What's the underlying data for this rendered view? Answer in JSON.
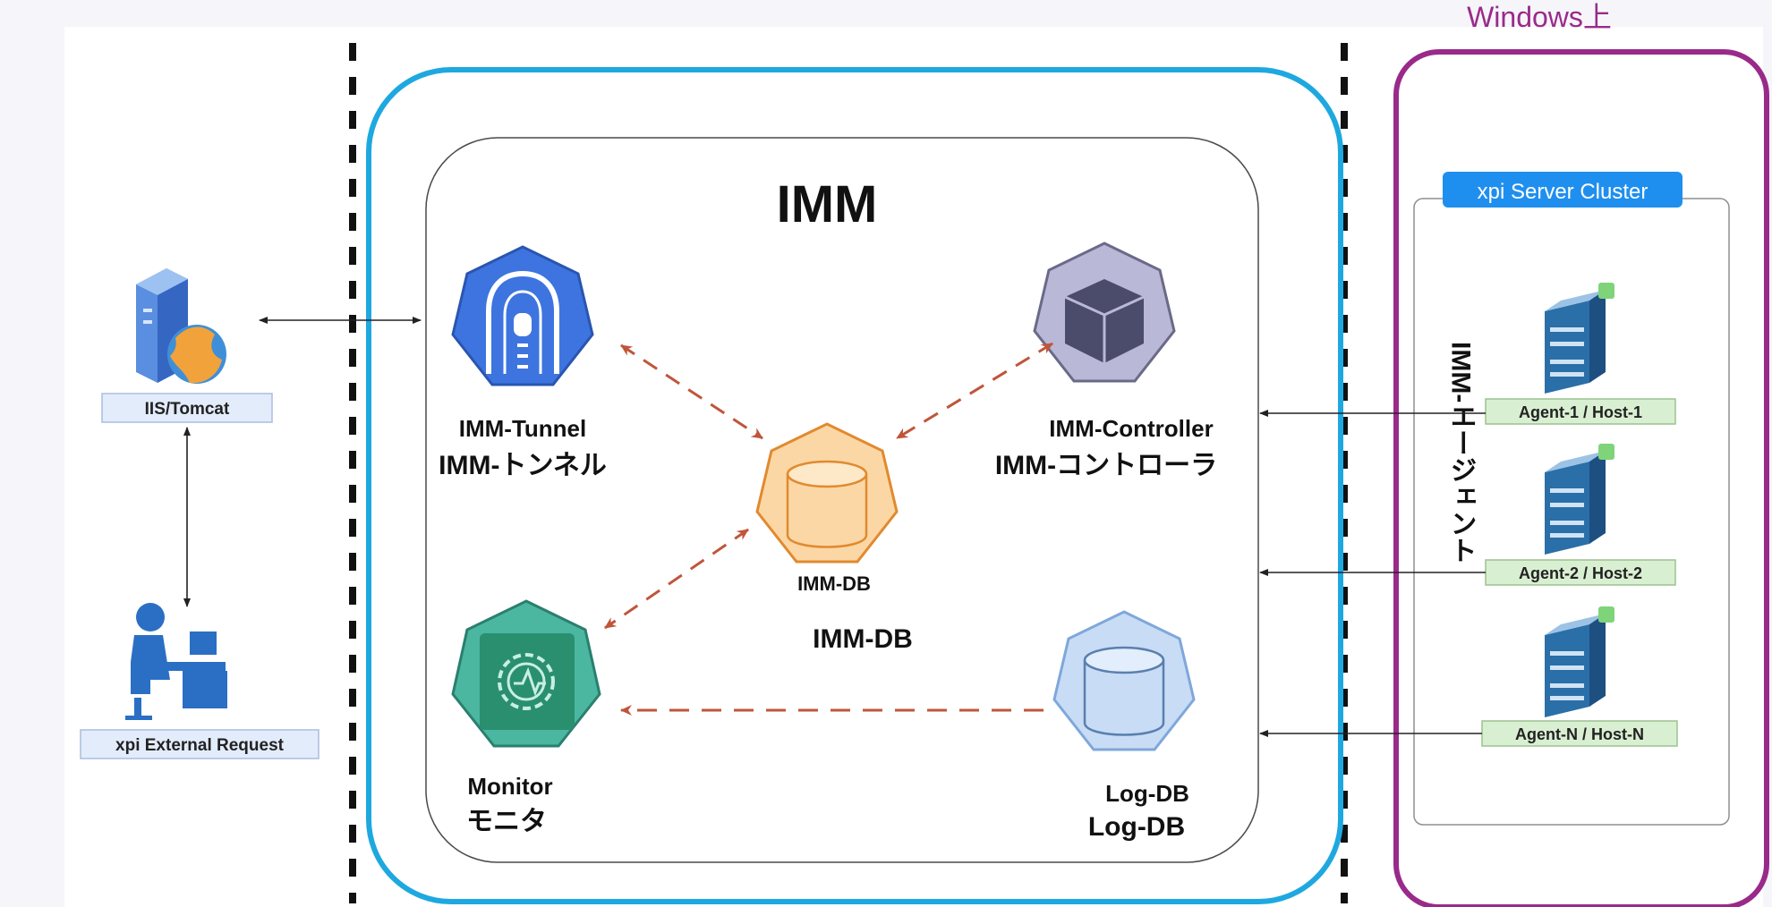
{
  "windows_label": "Windows上",
  "imm": {
    "title": "IMM",
    "tunnel": {
      "en": "IMM-Tunnel",
      "ja": "IMM-トンネル"
    },
    "controller": {
      "en": "IMM-Controller",
      "ja": "IMM-コントローラ"
    },
    "db": {
      "en": "IMM-DB",
      "ja": "IMM-DB"
    },
    "monitor": {
      "en": "Monitor",
      "ja": "モニタ"
    },
    "logdb": {
      "en": "Log-DB",
      "ja": "Log-DB"
    }
  },
  "left": {
    "server_label": "IIS/Tomcat",
    "request_label": "xpi External Request"
  },
  "cluster": {
    "title": "xpi Server Cluster",
    "agent_vertical": "IMM-エージェント",
    "agents": [
      "Agent-1 / Host-1",
      "Agent-2 / Host-2",
      "Agent-N / Host-N"
    ]
  },
  "colors": {
    "imm_border": "#1ea8e0",
    "windows_border": "#9a2a8a",
    "windows_label": "#9a2a8a",
    "cluster_badge": "#1f8fef",
    "tunnel_fill": "#3d74e0",
    "controller_fill": "#b9b8d6",
    "db_fill": "#fbd7a6",
    "monitor_fill": "#4bb7a0",
    "logdb_fill": "#c8dcf5",
    "dashed_arrow": "#c0553a"
  }
}
